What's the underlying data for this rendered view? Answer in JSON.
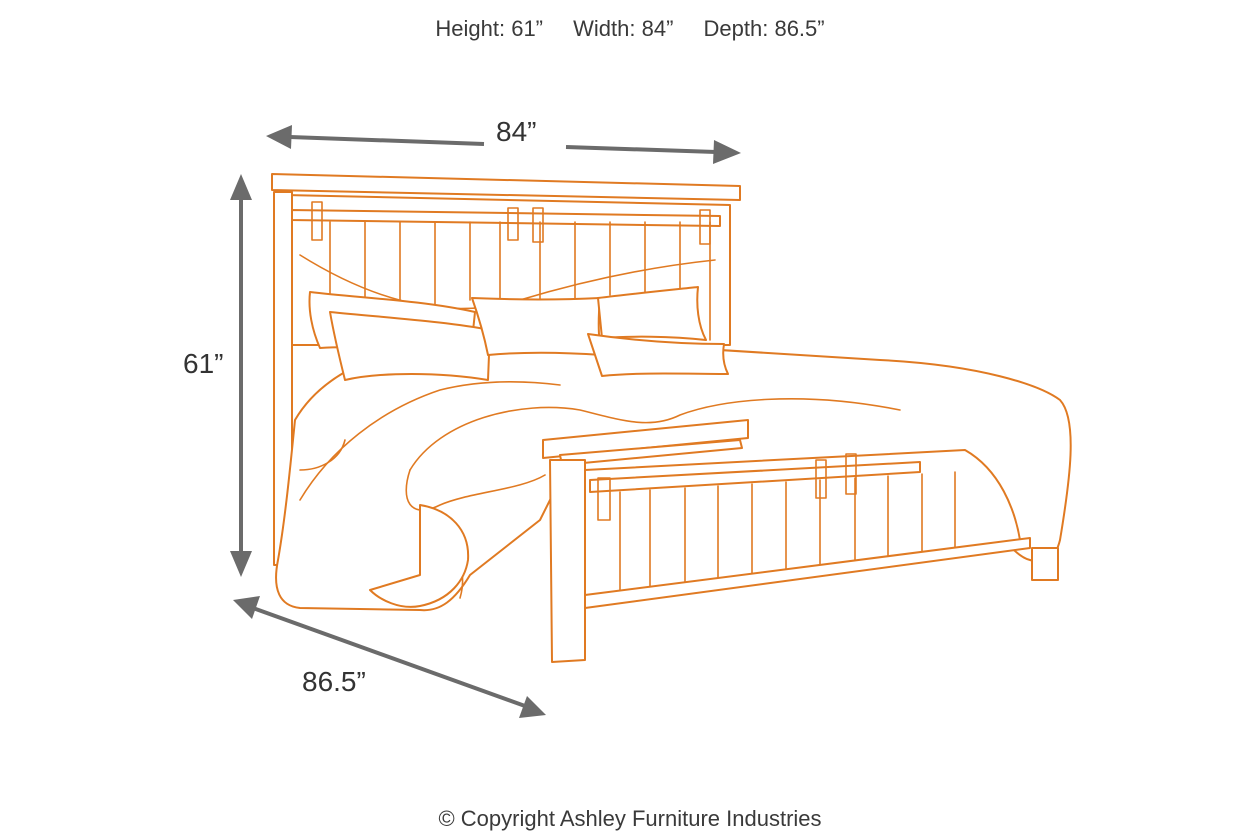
{
  "specs": {
    "height": "Height: 61”",
    "width": "Width: 84”",
    "depth": "Depth: 86.5”"
  },
  "dimensions": {
    "width_label": "84”",
    "height_label": "61”",
    "depth_label": "86.5”"
  },
  "footer": {
    "copyright": "© Copyright Ashley Furniture Industries"
  },
  "colors": {
    "bed_outline": "#e07a22",
    "arrow": "#6b6b6b",
    "text": "#3a3a3a"
  },
  "icons": [
    "width-arrow",
    "height-arrow",
    "depth-arrow",
    "bed-outline-drawing"
  ]
}
